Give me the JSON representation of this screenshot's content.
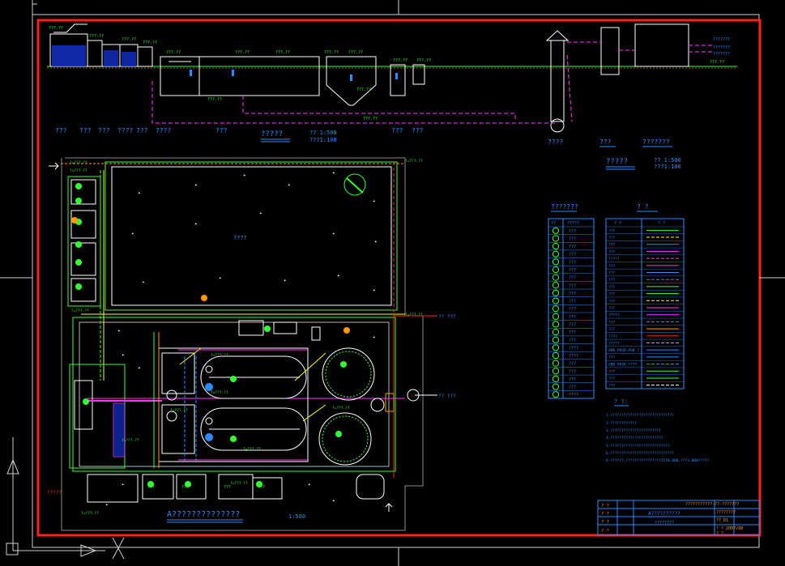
{
  "colors": {
    "background": "#000000",
    "frame_red": "#ff2020",
    "green": "#33ff33",
    "blue": "#2b8cff",
    "cyan": "#00ffff",
    "yellow": "#ffff00",
    "magenta": "#ff33ff",
    "white": "#ffffff",
    "orange": "#ff9900",
    "grey": "#8a8a8a"
  },
  "profile": {
    "unit_labels": [
      "???",
      "???",
      "???",
      "????",
      "???",
      "????",
      "???",
      "???",
      "???"
    ],
    "title": "?????",
    "scale": "?? 1:500",
    "scale2": "???1:100",
    "right_labels": [
      "???????",
      "???????",
      "???????"
    ],
    "pump_label": "????"
  },
  "scale_note": {
    "label1": "???",
    "label2": "???????",
    "title": "?????",
    "scale": "?? 1:500",
    "scale2": "???1:100"
  },
  "site": {
    "pond_label": "????",
    "outlet_label_1": "?? ???",
    "outlet_label_2": "?? ???",
    "bottom_labels": [
      "?????",
      "???",
      "???",
      "???",
      "???"
    ],
    "plan_title": "A??????????????",
    "plan_scale": "1:500"
  },
  "legend1": {
    "title": "???????",
    "headers": [
      "??",
      "?????"
    ],
    "rows": [
      "???",
      "???",
      "???",
      "???",
      "???",
      "???",
      "???",
      "???",
      "???",
      "???",
      "???",
      "???",
      "???",
      "???",
      "???",
      "????",
      "????",
      "???",
      "???",
      "???",
      "???",
      "????"
    ]
  },
  "legend2": {
    "title": "?   ?",
    "headers": [
      "?  ?",
      "?  ?"
    ],
    "rows": [
      "???",
      "???",
      "???",
      "???",
      "?????",
      "???",
      "???",
      "???",
      "???",
      "???",
      "???",
      "???",
      "?????",
      "???",
      "???",
      "????",
      "?????",
      "ABB PVSR-ASB ?",
      "???",
      "ABB PVSR-????",
      "???",
      "???",
      "???"
    ]
  },
  "notes": {
    "title": "?  ?:",
    "lines": [
      "1.?????????????????????????????",
      "2.????????????",
      "3.???????????????????????",
      "4.????????????????????????",
      "5.???????????????????????????",
      "6.?????????????????????????????",
      "6.??????,????????????????1570,000,???3,000?????"
    ]
  },
  "title_block": {
    "header": "???????????-??-???????",
    "rows": [
      [
        "? ?",
        "",
        "????????"
      ],
      [
        "? ?",
        "A??????????",
        "??  D1"
      ],
      [
        "? ?",
        "????????",
        "? ?  2007/08"
      ],
      [
        "? ?",
        "",
        "? ?"
      ]
    ]
  }
}
